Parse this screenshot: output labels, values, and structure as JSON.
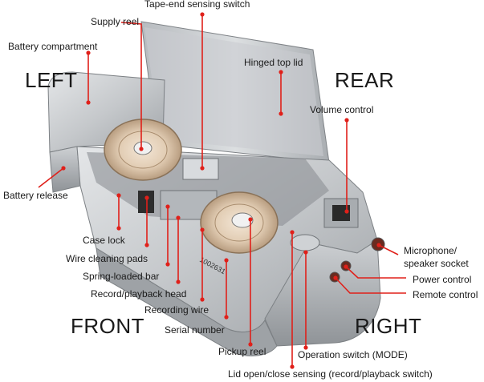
{
  "orientation": {
    "left": "LEFT",
    "rear": "REAR",
    "front": "FRONT",
    "right": "RIGHT"
  },
  "serial_text": "1002631",
  "callout_color": "#e0201a",
  "labels": {
    "tape_end_switch": "Tape-end sensing switch",
    "supply_reel": "Supply reel",
    "battery_compartment": "Battery compartment",
    "hinged_top_lid": "Hinged top lid",
    "volume_control": "Volume control",
    "battery_release": "Battery release",
    "case_lock": "Case lock",
    "wire_cleaning_pads": "Wire cleaning pads",
    "spring_loaded_bar": "Spring-loaded bar",
    "record_playback_head": "Record/playback head",
    "recording_wire": "Recording wire",
    "serial_number": "Serial number",
    "pickup_reel": "Pickup reel",
    "microphone_socket_1": "Microphone/",
    "microphone_socket_2": "speaker socket",
    "power_control": "Power control",
    "remote_control": "Remote control",
    "operation_switch": "Operation switch (MODE)",
    "lid_sensing": "Lid open/close sensing (record/playback switch)"
  }
}
